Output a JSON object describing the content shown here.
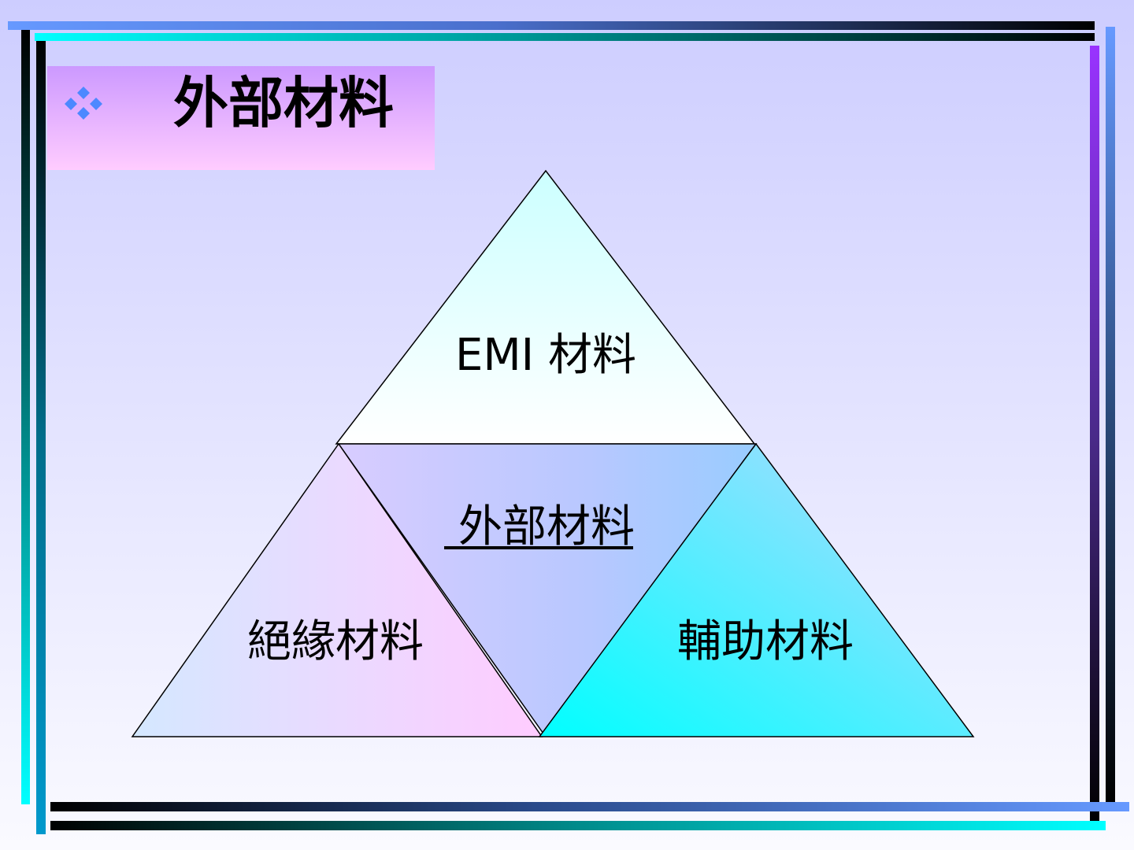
{
  "slide": {
    "title": "外部材料",
    "bullet_icon": "four-diamond-bullet-icon"
  },
  "diagram": {
    "top_label": "EMI 材料",
    "center_label": "外部材料",
    "left_label": "絕緣材料",
    "right_label": "輔助材料"
  },
  "colors": {
    "background_top": "#cdcdff",
    "title_box_top": "#cc99ff",
    "title_box_bottom": "#ffccff",
    "bullet": "#4d88ff",
    "frame_cyan": "#00ffff",
    "frame_blue": "#6699ff",
    "frame_purple": "#9933ff"
  }
}
